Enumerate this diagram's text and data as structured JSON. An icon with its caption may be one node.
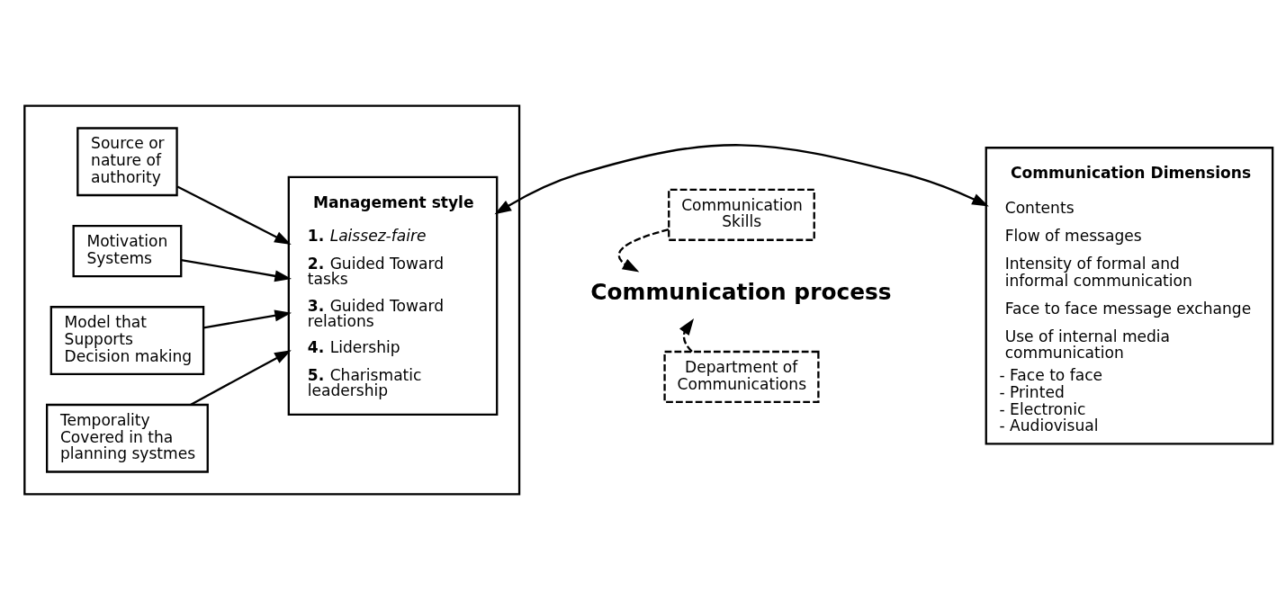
{
  "diagram": {
    "nodes": [
      {
        "text": [],
        "shape": "box"
      },
      {
        "text": [
          "Source or nature of authority"
        ],
        "in": 0
      },
      {
        "text": [
          "Motivation Systems"
        ],
        "in": 0
      },
      {
        "text": [
          "Model that Supports Decision making"
        ],
        "in": 0
      },
      {
        "text": [
          "Temporality Covered in tha planning systmes"
        ],
        "in": 0
      },
      {
        "text": [
          "Management style",
          "**1.** *Laissez-faire*",
          "**2.** Guided Toward tasks",
          "**3.** Guided Toward relations",
          "**4.** Lidership",
          "**5.** Charismatic leadership"
        ],
        "in": 0
      },
      {
        "text": [
          "Communication Skills"
        ]
      },
      {
        "text": [
          "Communication process"
        ]
      },
      {
        "text": [
          "Department of Communications"
        ]
      },
      {
        "text": [
          "Communication Dimensions",
          "Contents",
          "Flow of messages",
          "Intensity of formal and informal communication",
          "Face to face message exchange",
          "Use of internal media communication",
          "- Face to face",
          "- Printed",
          "- Electronic",
          "- Audiovisual"
        ]
      }
    ],
    "edges": [
      {
        "from": 1,
        "to": 5,
        "arrow": "to"
      },
      {
        "from": 2,
        "to": 5,
        "arrow": "to"
      },
      {
        "from": 3,
        "to": 5,
        "arrow": "to"
      },
      {
        "from": 4,
        "to": 5,
        "arrow": "to"
      },
      {
        "from": 5,
        "to": 9,
        "arrow": "both"
      },
      {
        "from": 6,
        "to": 7,
        "arrow": "to",
        "style": "dashed"
      },
      {
        "from": 8,
        "to": 7,
        "arrow": "to",
        "style": "dashed"
      }
    ]
  }
}
